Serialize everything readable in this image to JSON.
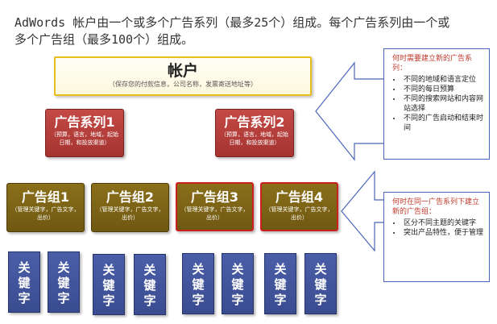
{
  "intro": {
    "line1": "AdWords 帐户由一个或多个广告系列（最多25个）组成。每个广告系列由一个或",
    "line2": "多个广告组（最多100个）组成。"
  },
  "account": {
    "title": "帐户",
    "subtitle": "（保存您的付款信息，公司名称，发票寄送地址等）"
  },
  "campaigns": [
    {
      "title": "广告系列1",
      "desc": "（预算，语言，地域，起始日期，和投放渠道）"
    },
    {
      "title": "广告系列2",
      "desc": "（预算，语言，地域，起始日期，和投放渠道）"
    }
  ],
  "adgroups": [
    {
      "title": "广告组1",
      "desc": "（管理关键字，广告文字，出价）"
    },
    {
      "title": "广告组2",
      "desc": "（管理关键字，广告文字，出价）"
    },
    {
      "title": "广告组3",
      "desc": "（管理关键字，广告文字，出价）"
    },
    {
      "title": "广告组4",
      "desc": "（管理关键字，广告文字，出价）"
    }
  ],
  "keyword": {
    "c1": "关",
    "c2": "键",
    "c3": "字"
  },
  "note1": {
    "question": "何时需要建立新的广告系列：",
    "items": [
      "不同的地域和语言定位",
      "不同的每日预算",
      "不同的搜索网站和内容网站选择",
      "不同的广告启动和结束时间"
    ]
  },
  "note2": {
    "question": "何时在同一广告系列下建立新的广告组：",
    "items": [
      "区分不同主题的关键字",
      "突出产品特性，便于管理"
    ]
  },
  "colors": {
    "account_border": "#e8be1c",
    "campaign": "#b43d3a",
    "adgroup": "#7d6416",
    "keyword": "#4356a0",
    "callout_border": "#4a66b8",
    "question_text": "#c0392b"
  }
}
